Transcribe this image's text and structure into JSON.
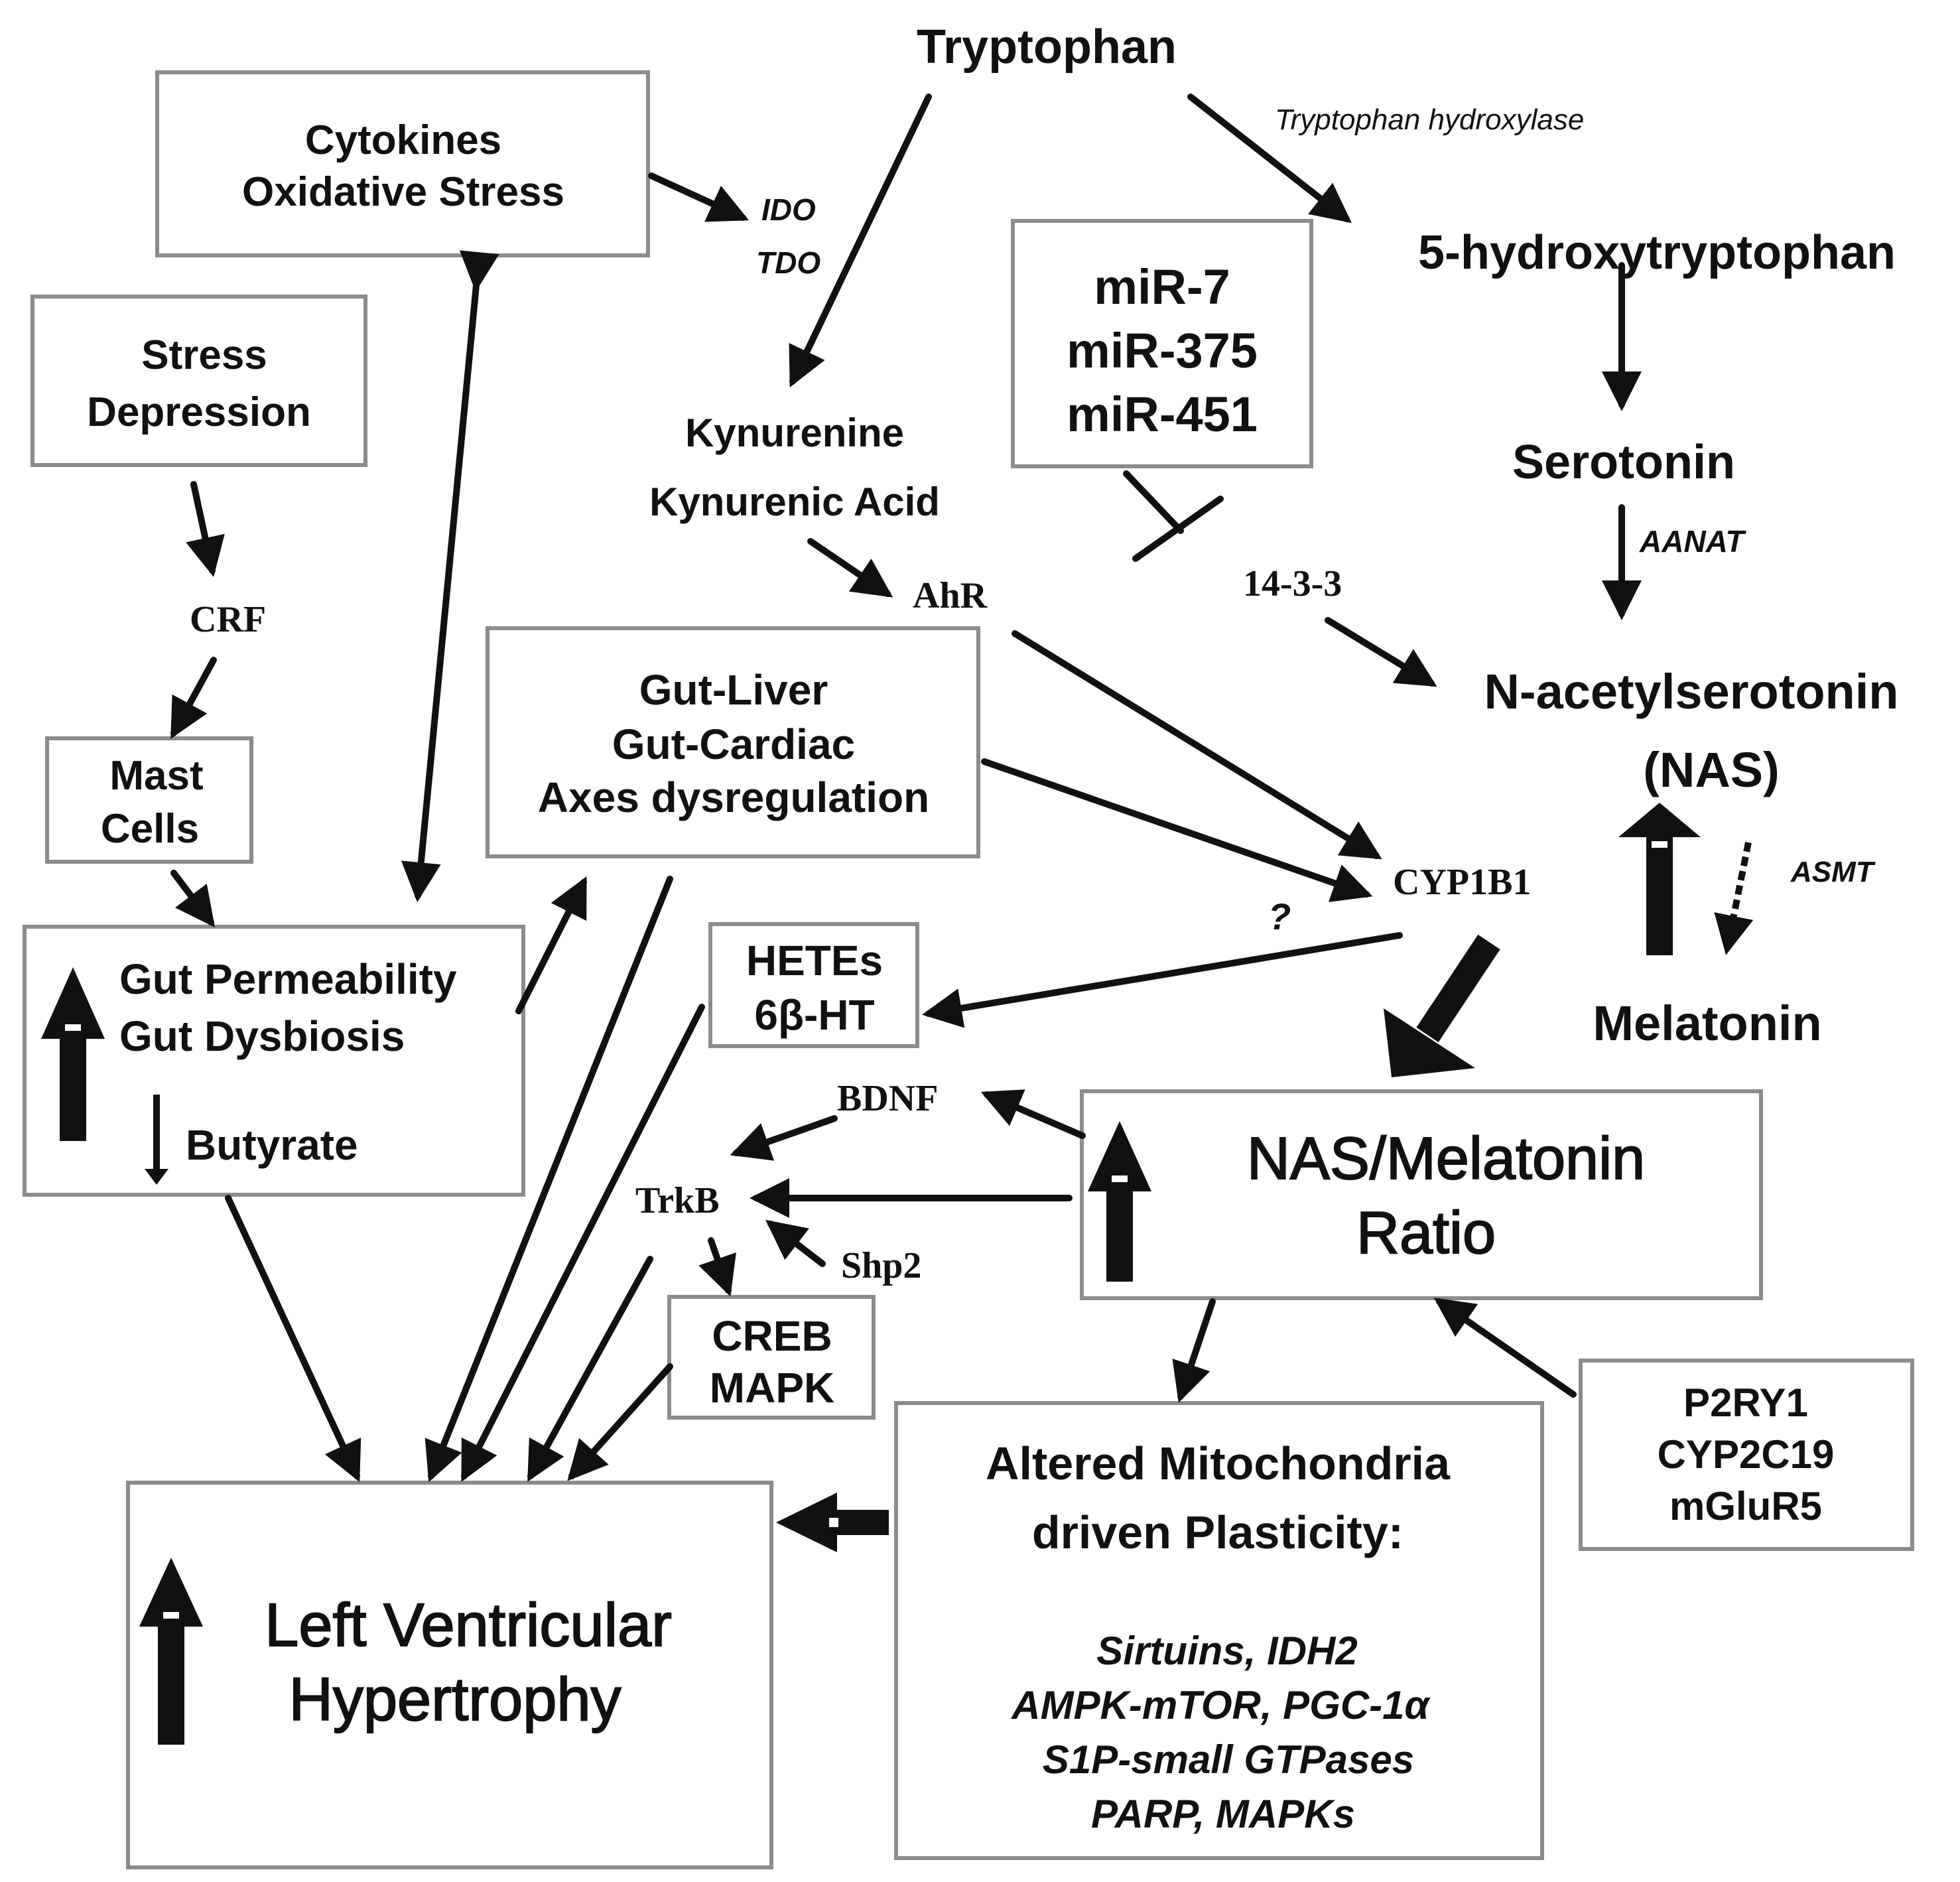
{
  "nodes": {
    "tryptophan": "Tryptophan",
    "tph": "Tryptophan hydroxylase",
    "htp5": "5-hydroxytryptophan",
    "serotonin": "Serotonin",
    "aanat": "AANAT",
    "nas": [
      "N-acetylserotonin",
      "(NAS)"
    ],
    "asmt": "ASMT",
    "melatonin": "Melatonin",
    "cytokines": [
      "Cytokines",
      "Oxidative Stress"
    ],
    "ido": "IDO",
    "tdo": "TDO",
    "kynurenine": [
      "Kynurenine",
      "Kynurenic Acid"
    ],
    "ahr": "AhR",
    "mirna": [
      "miR-7",
      "miR-375",
      "miR-451"
    ],
    "p1433": "14-3-3",
    "stress": [
      "Stress",
      "Depression"
    ],
    "crf": "CRF",
    "mast": [
      "Mast",
      "Cells"
    ],
    "gutliver": [
      "Gut-Liver",
      "Gut-Cardiac",
      "Axes dysregulation"
    ],
    "cyp1b1": "CYP1B1",
    "question": "?",
    "gutperm": [
      "Gut Permeability",
      "Gut Dysbiosis"
    ],
    "butyrate": "Butyrate",
    "hetes": [
      "HETEs",
      "6β-HT"
    ],
    "bdnf": "BDNF",
    "trkb": "TrkB",
    "shp2": "Shp2",
    "ratio": [
      "NAS/Melatonin",
      "Ratio"
    ],
    "creb": [
      "CREB",
      "MAPK"
    ],
    "mito_title": [
      "Altered Mitochondria",
      "driven Plasticity:"
    ],
    "mito_items": [
      "Sirtuins, IDH2",
      "AMPK-mTOR, PGC-1α",
      "S1P-small GTPases",
      "PARP, MAPKs"
    ],
    "p2ry1": [
      "P2RY1",
      "CYP2C19",
      "mGluR5"
    ],
    "lvh": [
      "Left Ventricular",
      "Hypertrophy"
    ]
  }
}
